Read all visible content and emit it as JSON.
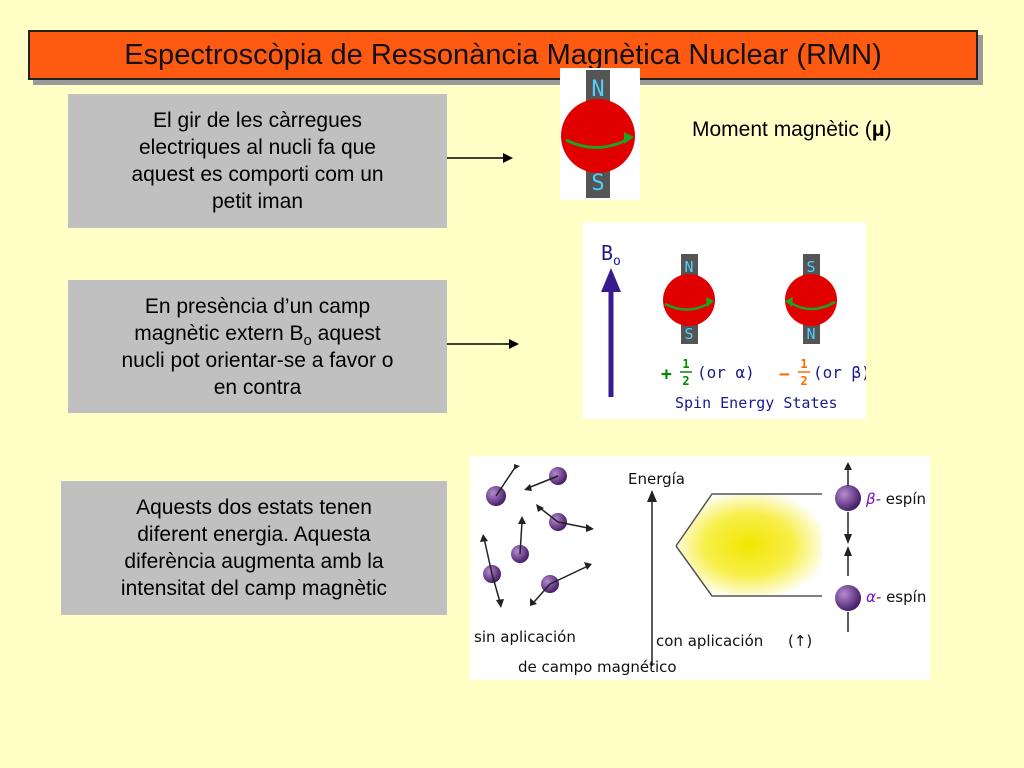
{
  "title": "Espectroscòpia de Ressonància Magnètica Nuclear (RMN)",
  "box1": {
    "lines": [
      "El gir de les càrregues",
      "electriques al nucli fa que",
      "aquest es comporti com un",
      "petit iman"
    ]
  },
  "moment": {
    "label": "Moment magnètic (",
    "symbol": "μ",
    "close": ")"
  },
  "magnet": {
    "north": "N",
    "south": "S"
  },
  "box2": {
    "line1": "En presència d’un camp",
    "line2_pre": "magnètic extern B",
    "line2_sub": "o",
    "line2_post": " aquest",
    "line3": "nucli pot orientar-se a favor o",
    "line4": "en contra"
  },
  "spin_states": {
    "field_label": "B",
    "field_sub": "o",
    "north": "N",
    "south": "S",
    "plus_sign": "+",
    "minus_sign": "−",
    "numerator": "1",
    "denominator": "2",
    "alpha_text": "(or α)",
    "beta_text": "(or β)",
    "caption": "Spin Energy States",
    "colors": {
      "nucleus": "#e00000",
      "label_blue": "#1a1a8c",
      "field_arrow": "#3a1b8e",
      "alpha_green": "#008a00",
      "beta_orange": "#ff6a00"
    }
  },
  "box3": {
    "lines": [
      "Aquests dos estats tenen",
      "diferent energia. Aquesta",
      "diferència augmenta amb la",
      "intensitat del camp magnètic"
    ]
  },
  "energy": {
    "axis_label": "Energía",
    "beta_prefix": "β-",
    "beta_word": " espín",
    "alpha_prefix": "α-",
    "alpha_word": " espín",
    "without_field_1": "sin aplicación",
    "with_field": "con aplicación",
    "field_symbol": "(↑)",
    "without_field_2": "de campo magnético",
    "colors": {
      "particle": "#5b2a7a",
      "greek": "#7a0ec0",
      "glow": "#f3e600"
    }
  }
}
